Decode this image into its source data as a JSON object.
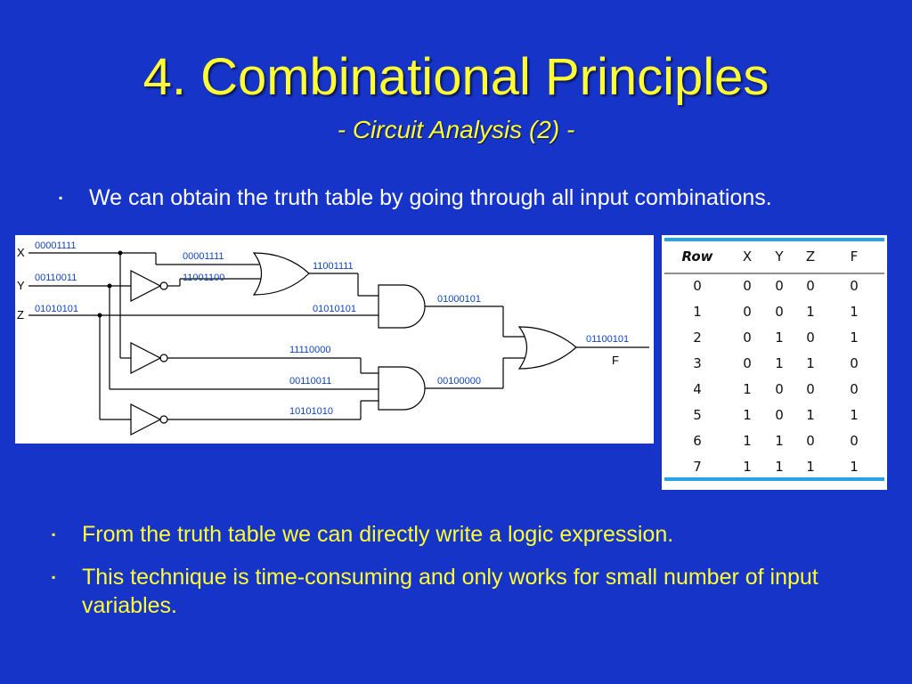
{
  "slide": {
    "title": "4. Combinational Principles",
    "subtitle": "- Circuit Analysis (2) -",
    "bullets": [
      {
        "marker": "▪",
        "text": "We can obtain the truth table by going through all input combinations."
      },
      {
        "marker": "▪",
        "text": "From the truth table we can directly write a logic expression."
      },
      {
        "marker": "▪",
        "text": "This technique is time-consuming and only works for small number of input variables."
      }
    ]
  },
  "circuit": {
    "inputs": [
      {
        "name": "X",
        "bits": "00001111"
      },
      {
        "name": "Y",
        "bits": "00110011"
      },
      {
        "name": "Z",
        "bits": "01010101"
      }
    ],
    "or1_in_top": "00001111",
    "or1_in_bot": "11001100",
    "or1_out": "11001111",
    "and1_in_bot": "01010101",
    "and1_out": "01000101",
    "not_x_out": "11110000",
    "not_y_out": "00110011",
    "not_z_out": "10101010",
    "and2_out": "00100000",
    "output_bits": "01100101",
    "output_name": "F"
  },
  "truth_table": {
    "headers": [
      "Row",
      "X",
      "Y",
      "Z",
      "F"
    ],
    "rows": [
      [
        "0",
        "0",
        "0",
        "0",
        "0"
      ],
      [
        "1",
        "0",
        "0",
        "1",
        "1"
      ],
      [
        "2",
        "0",
        "1",
        "0",
        "1"
      ],
      [
        "3",
        "0",
        "1",
        "1",
        "0"
      ],
      [
        "4",
        "1",
        "0",
        "0",
        "0"
      ],
      [
        "5",
        "1",
        "0",
        "1",
        "1"
      ],
      [
        "6",
        "1",
        "1",
        "0",
        "0"
      ],
      [
        "7",
        "1",
        "1",
        "1",
        "1"
      ]
    ],
    "accent_color": "#2aa3e6"
  }
}
